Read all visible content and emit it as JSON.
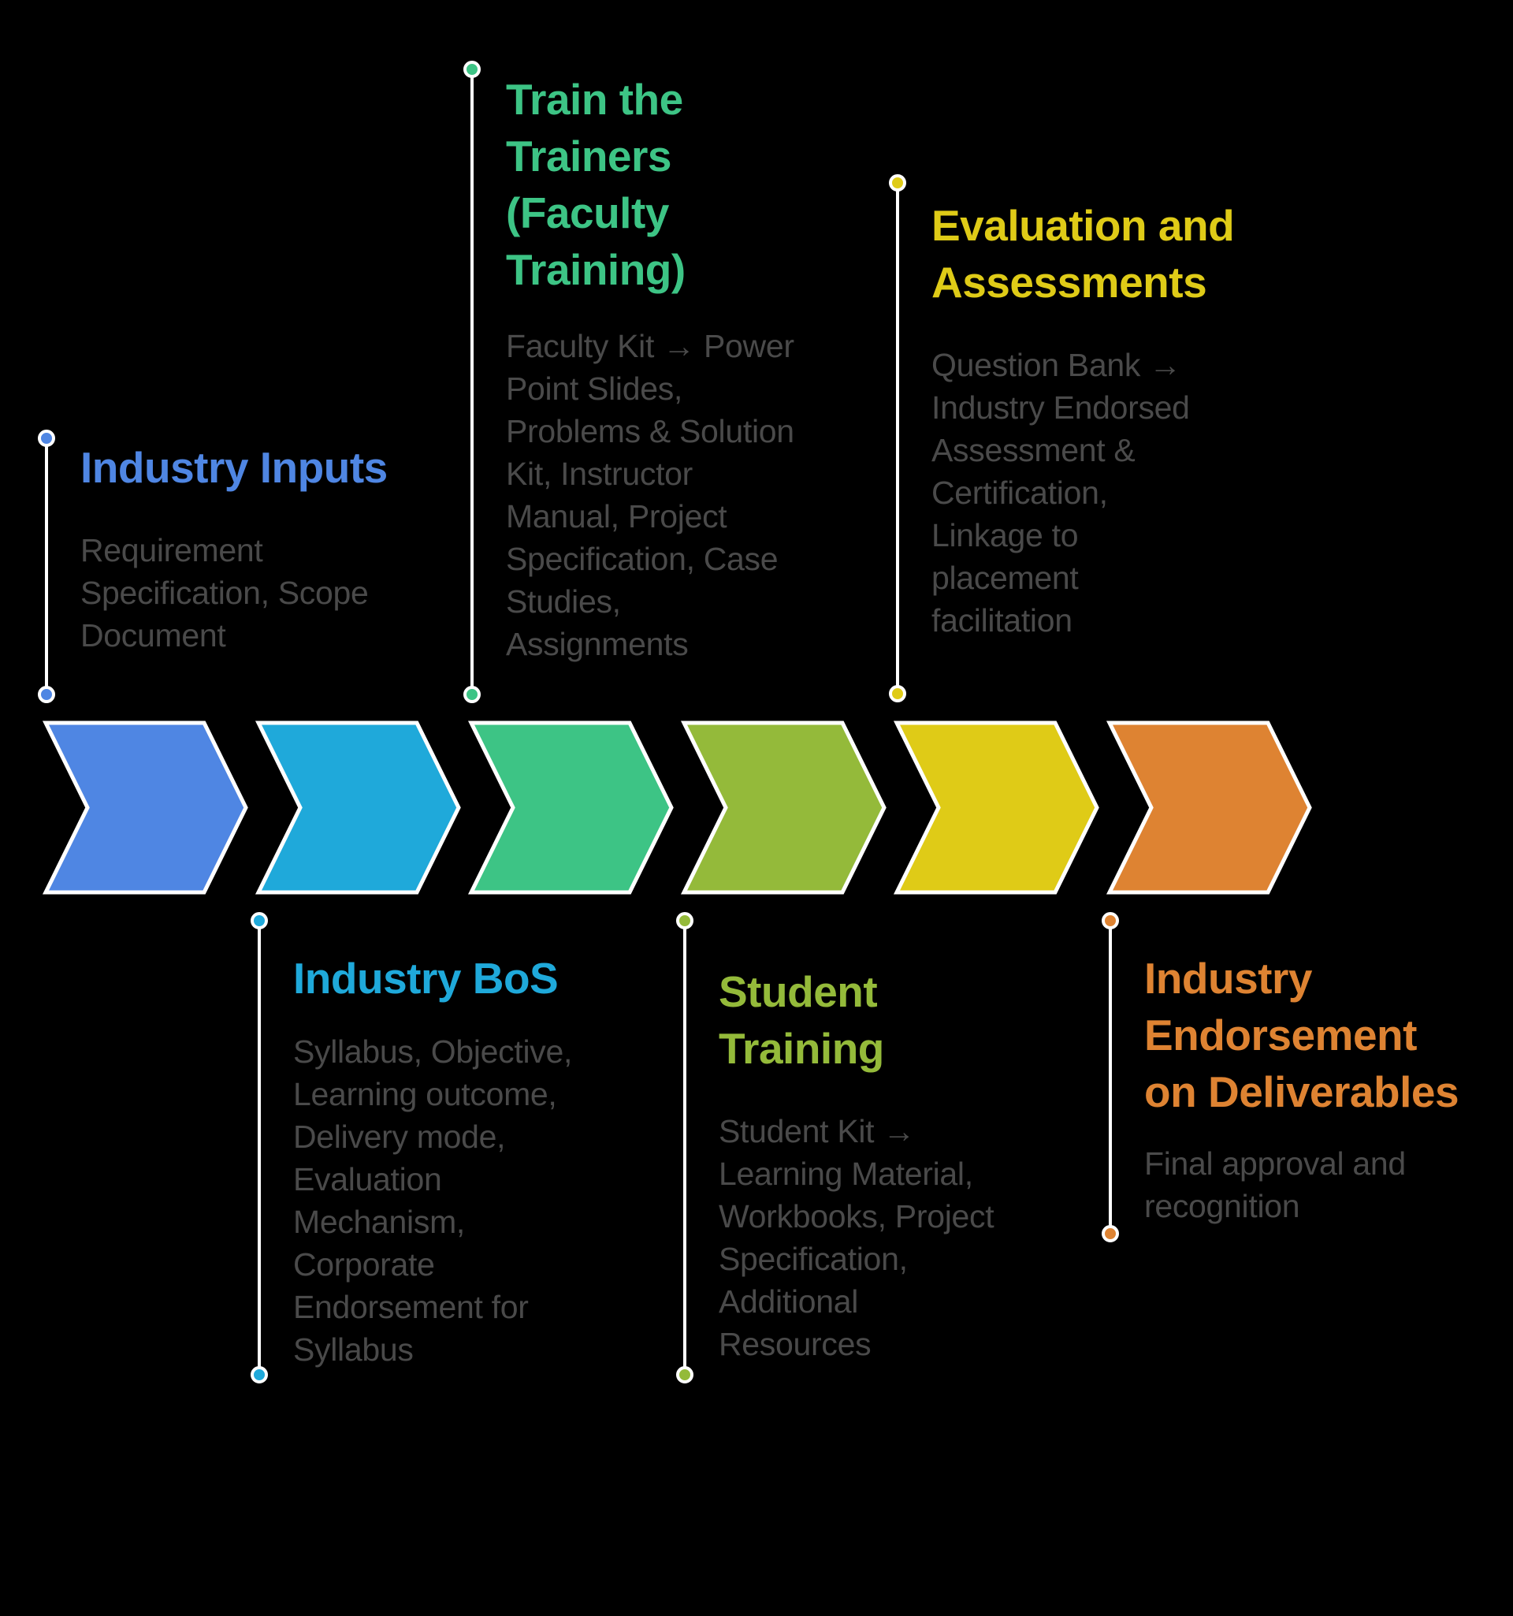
{
  "diagram": {
    "type": "process-chevron-timeline",
    "background": "#000000",
    "steps": [
      {
        "title": "Industry Inputs",
        "title_lines": [
          "Industry Inputs"
        ],
        "description": "Requirement Specification, Scope Document",
        "description_lines": [
          "Requirement",
          "Specification, Scope",
          "Document"
        ],
        "color": "#4F86E3",
        "position": "above"
      },
      {
        "title": "Industry BoS",
        "title_lines": [
          "Industry BoS"
        ],
        "description": "Syllabus, Objective, Learning outcome, Delivery mode, Evaluation Mechanism, Corporate Endorsement for Syllabus",
        "description_lines": [
          "Syllabus, Objective,",
          "Learning outcome,",
          "Delivery mode,",
          "Evaluation",
          "Mechanism,",
          "Corporate",
          "Endorsement for",
          "Syllabus"
        ],
        "color": "#1FA9DA",
        "position": "below"
      },
      {
        "title": "Train the Trainers (Faculty Training)",
        "title_lines": [
          "Train the",
          "Trainers",
          "(Faculty",
          "Training)"
        ],
        "description": "Faculty Kit → Power Point Slides, Problems & Solution Kit, Instructor Manual, Project Specification, Case Studies, Assignments",
        "description_lines": [
          "Faculty Kit → Power",
          "Point Slides,",
          "Problems & Solution",
          "Kit, Instructor",
          "Manual, Project",
          "Specification, Case",
          "Studies,",
          "Assignments"
        ],
        "color": "#3DC485",
        "position": "above"
      },
      {
        "title": "Student Training",
        "title_lines": [
          "Student",
          "Training"
        ],
        "description": "Student Kit → Learning Material, Workbooks, Project Specification, Additional Resources",
        "description_lines": [
          "Student Kit →",
          "Learning Material,",
          "Workbooks, Project",
          "Specification,",
          "Additional",
          "Resources"
        ],
        "color": "#94BA3A",
        "position": "below"
      },
      {
        "title": "Evaluation and Assessments",
        "title_lines": [
          "Evaluation and",
          "Assessments"
        ],
        "description": "Question Bank → Industry Endorsed Assessment & Certification, Linkage to placement facilitation",
        "description_lines": [
          "Question Bank →",
          "Industry Endorsed",
          "Assessment &",
          "Certification,",
          "Linkage to",
          "placement",
          "facilitation"
        ],
        "color": "#DFCB17",
        "position": "above"
      },
      {
        "title": "Industry Endorsement on Deliverables",
        "title_lines": [
          "Industry",
          "Endorsement",
          "on Deliverables"
        ],
        "description": "Final approval and recognition",
        "description_lines": [
          "Final approval and",
          "recognition"
        ],
        "color": "#DE8332",
        "position": "below"
      }
    ]
  }
}
